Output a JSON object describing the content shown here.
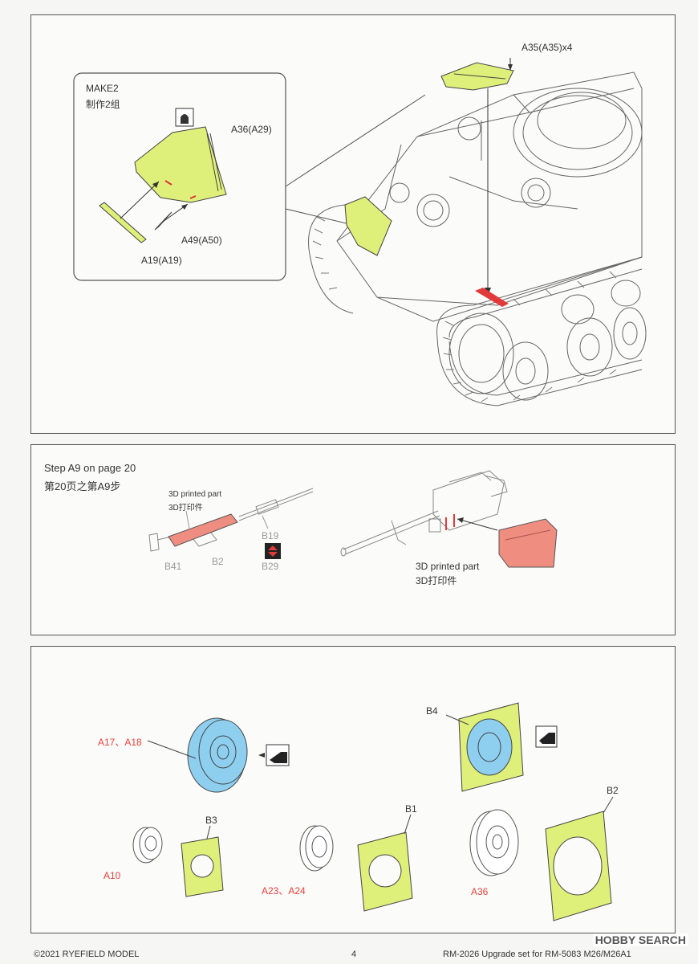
{
  "panel1": {
    "make_title": "MAKE2",
    "make_title_cn": "制作2组",
    "labels": {
      "a36": "A36(A29)",
      "a49": "A49(A50)",
      "a19": "A19(A19)",
      "a35": "A35(A35)x4"
    }
  },
  "panel2": {
    "step_title": "Step A9 on page 20",
    "step_title_cn": "第20页之第A9步",
    "printed_part_small": "3D printed part",
    "printed_part_small_cn": "3D打印件",
    "printed_part": "3D printed part",
    "printed_part_cn": "3D打印件",
    "labels": {
      "b19": "B19",
      "b29": "B29",
      "b41": "B41",
      "b2": "B2"
    }
  },
  "panel3": {
    "labels": {
      "a17": "A17、A18",
      "b4": "B4",
      "b3": "B3",
      "a10": "A10",
      "b1": "B1",
      "a23": "A23、A24",
      "b2": "B2",
      "a36": "A36"
    }
  },
  "footer": {
    "copyright": "©2021 RYEFIELD MODEL",
    "page_number": "4",
    "product_text": "RM-2026 Upgrade set for RM-5083 M26/M26A1",
    "watermark": "HOBBY SEARCH"
  },
  "colors": {
    "part_yellow": "#dff07a",
    "part_blue": "#8ecff0",
    "part_red": "#ef8e80",
    "label_red": "#e8423d"
  }
}
